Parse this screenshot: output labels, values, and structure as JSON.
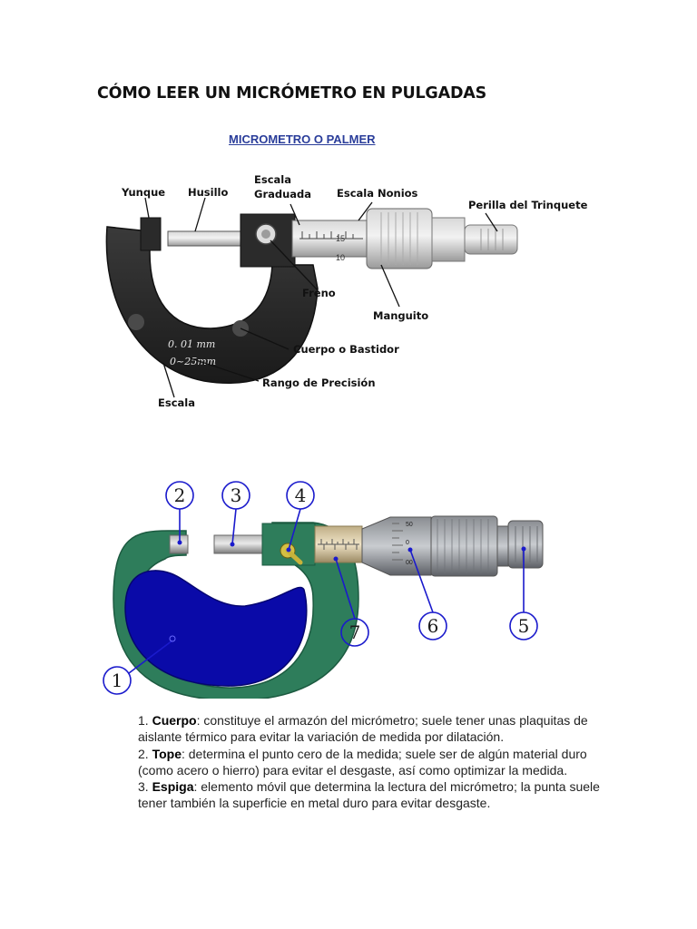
{
  "page": {
    "title": "CÓMO LEER UN MICRÓMETRO EN PULGADAS"
  },
  "figure1": {
    "title": "MICROMETRO O PALMER",
    "labels": {
      "yunque": "Yunque",
      "husillo": "Husillo",
      "escala_graduada_1": "Escala",
      "escala_graduada_2": "Graduada",
      "escala_nonios": "Escala Nonios",
      "perilla": "Perilla del Trinquete",
      "freno": "Freno",
      "manguito": "Manguito",
      "cuerpo": "Cuerpo o Bastidor",
      "rango": "Rango de Precisión",
      "escala": "Escala"
    },
    "body_text_1": "0. 01 mm",
    "body_text_2": "0~25mm",
    "thimble_marks": [
      "15",
      "10"
    ]
  },
  "figure2": {
    "numbers": [
      "1",
      "2",
      "3",
      "4",
      "5",
      "6",
      "7"
    ],
    "thimble_marks": [
      "50",
      "0",
      "00"
    ],
    "accent_color": "#1a1acc",
    "body_color": "#0a0aa8",
    "frame_color": "#2e7d5b"
  },
  "descriptions": [
    {
      "num": "1. ",
      "term": "Cuerpo",
      "text": ": constituye el armazón del micrómetro; suele tener unas plaquitas de aislante térmico para evitar la variación de medida por dilatación."
    },
    {
      "num": "2. ",
      "term": "Tope",
      "text": ": determina el punto cero de la medida; suele ser de algún material duro (como acero o hierro) para evitar el desgaste, así como optimizar la medida."
    },
    {
      "num": "3. ",
      "term": "Espiga",
      "text": ": elemento móvil que determina la lectura del micrómetro; la punta suele tener también la superficie en metal duro para evitar desgaste."
    }
  ]
}
